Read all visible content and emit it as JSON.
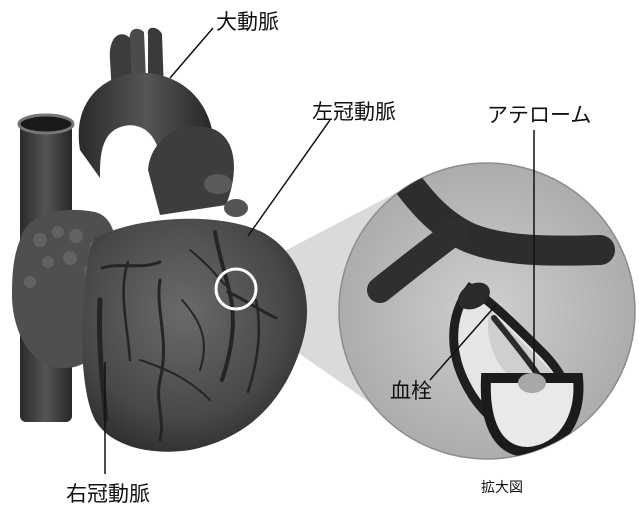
{
  "labels": {
    "aorta": "大動脈",
    "left_coronary_artery": "左冠動脈",
    "atheroma": "アテローム",
    "thrombus": "血栓",
    "right_coronary_artery": "右冠動脈",
    "magnified_view": "拡大図"
  },
  "colors": {
    "heart_body": "#4a4a4a",
    "heart_dark": "#2e2e2e",
    "zoom_background": "#bdbdbd",
    "plaque": "#d9d9d9",
    "highlight_circle": "#ffffff"
  }
}
